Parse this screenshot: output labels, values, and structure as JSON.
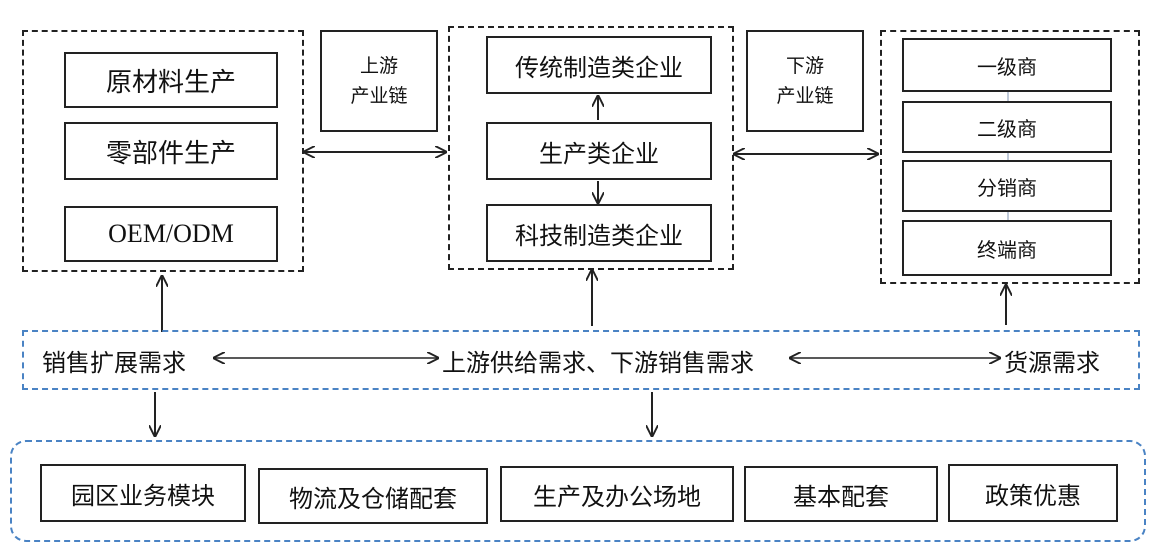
{
  "upstream_group": {
    "items": [
      "原材料生产",
      "零部件生产",
      "OEM/ODM"
    ]
  },
  "upstream_link": {
    "line1": "上游",
    "line2": "产业链"
  },
  "middle_group": {
    "items": [
      "传统制造类企业",
      "生产类企业",
      "科技制造类企业"
    ]
  },
  "downstream_link": {
    "line1": "下游",
    "line2": "产业链"
  },
  "downstream_group": {
    "items": [
      "一级商",
      "二级商",
      "分销商",
      "终端商"
    ]
  },
  "demand_bar": {
    "left": "销售扩展需求",
    "center": "上游供给需求、下游销售需求",
    "right": "货源需求"
  },
  "bottom_group": {
    "items": [
      "园区业务模块",
      "物流及仓储配套",
      "生产及办公场地",
      "基本配套",
      "政策优惠"
    ]
  }
}
